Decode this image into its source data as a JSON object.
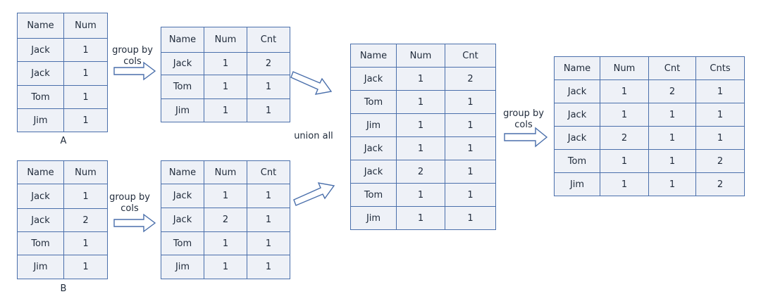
{
  "tables": {
    "a": {
      "caption": "A",
      "header": [
        "Name",
        "Num"
      ],
      "rows": [
        [
          "Jack",
          "1"
        ],
        [
          "Jack",
          "1"
        ],
        [
          "Tom",
          "1"
        ],
        [
          "Jim",
          "1"
        ]
      ]
    },
    "b": {
      "caption": "B",
      "header": [
        "Name",
        "Num"
      ],
      "rows": [
        [
          "Jack",
          "1"
        ],
        [
          "Jack",
          "2"
        ],
        [
          "Tom",
          "1"
        ],
        [
          "Jim",
          "1"
        ]
      ]
    },
    "a_grouped": {
      "header": [
        "Name",
        "Num",
        "Cnt"
      ],
      "rows": [
        [
          "Jack",
          "1",
          "2"
        ],
        [
          "Tom",
          "1",
          "1"
        ],
        [
          "Jim",
          "1",
          "1"
        ]
      ]
    },
    "b_grouped": {
      "header": [
        "Name",
        "Num",
        "Cnt"
      ],
      "rows": [
        [
          "Jack",
          "1",
          "1"
        ],
        [
          "Jack",
          "2",
          "1"
        ],
        [
          "Tom",
          "1",
          "1"
        ],
        [
          "Jim",
          "1",
          "1"
        ]
      ]
    },
    "union": {
      "header": [
        "Name",
        "Num",
        "Cnt"
      ],
      "rows": [
        [
          "Jack",
          "1",
          "2"
        ],
        [
          "Tom",
          "1",
          "1"
        ],
        [
          "Jim",
          "1",
          "1"
        ],
        [
          "Jack",
          "1",
          "1"
        ],
        [
          "Jack",
          "2",
          "1"
        ],
        [
          "Tom",
          "1",
          "1"
        ],
        [
          "Jim",
          "1",
          "1"
        ]
      ]
    },
    "final": {
      "header": [
        "Name",
        "Num",
        "Cnt",
        "Cnts"
      ],
      "rows": [
        [
          "Jack",
          "1",
          "2",
          "1"
        ],
        [
          "Jack",
          "1",
          "1",
          "1"
        ],
        [
          "Jack",
          "2",
          "1",
          "1"
        ],
        [
          "Tom",
          "1",
          "1",
          "2"
        ],
        [
          "Jim",
          "1",
          "1",
          "2"
        ]
      ]
    }
  },
  "labels": {
    "group_by_a_1": "group by",
    "group_by_a_2": "cols",
    "group_by_b_1": "group by",
    "group_by_b_2": "cols",
    "union_all": "union all",
    "group_by_final_1": "group by",
    "group_by_final_2": "cols"
  },
  "colors": {
    "border": "#4a6fab",
    "cell_fill": "#eef1f7",
    "arrow_fill": "#ffffff"
  },
  "icons": [
    "block-arrow-right",
    "block-arrow-down-right",
    "block-arrow-up-right"
  ]
}
